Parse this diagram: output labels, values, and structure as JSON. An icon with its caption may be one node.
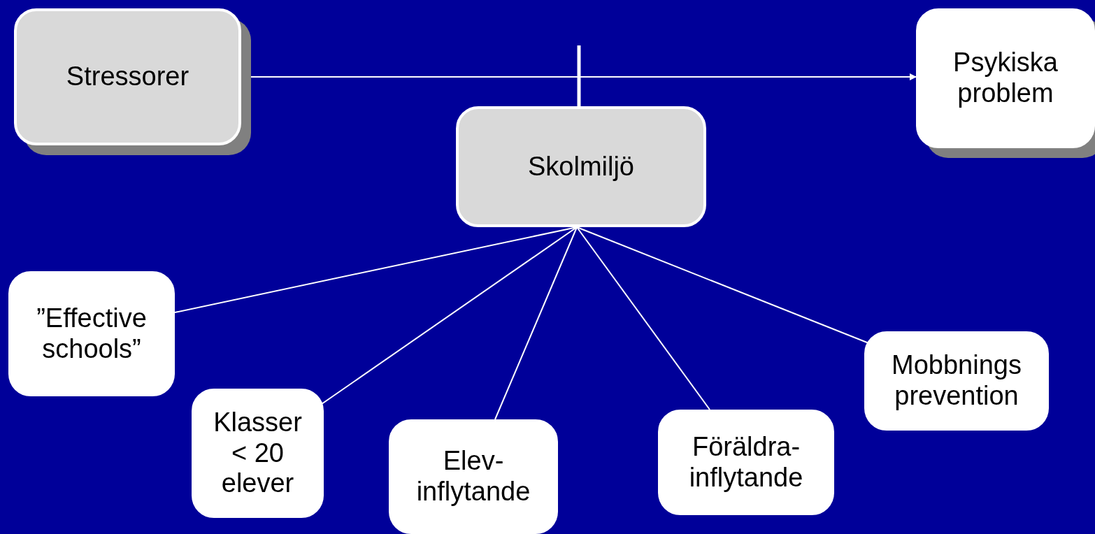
{
  "diagram": {
    "nodes": [
      {
        "text": [
          "Stressorer"
        ]
      },
      {
        "text": [
          "Psykiska problem"
        ]
      },
      {
        "text": [
          "Skolmiljö"
        ]
      },
      {
        "text": [
          "”Effective schools”"
        ]
      },
      {
        "text": [
          "Klasser < 20 elever"
        ]
      },
      {
        "text": [
          "Elev- inflytande"
        ]
      },
      {
        "text": [
          "Föräldra- inflytande"
        ]
      },
      {
        "text": [
          "Mobbnings prevention"
        ]
      }
    ],
    "edges": [
      {
        "from": 0,
        "to": 1,
        "arrow": "to"
      },
      {
        "from": 2,
        "to": null,
        "arrow": "none",
        "style": "thick"
      },
      {
        "from": 2,
        "to": 3,
        "arrow": "none"
      },
      {
        "from": 2,
        "to": 4,
        "arrow": "none"
      },
      {
        "from": 2,
        "to": 5,
        "arrow": "none"
      },
      {
        "from": 2,
        "to": 6,
        "arrow": "none"
      },
      {
        "from": 2,
        "to": 7,
        "arrow": "none"
      }
    ]
  }
}
